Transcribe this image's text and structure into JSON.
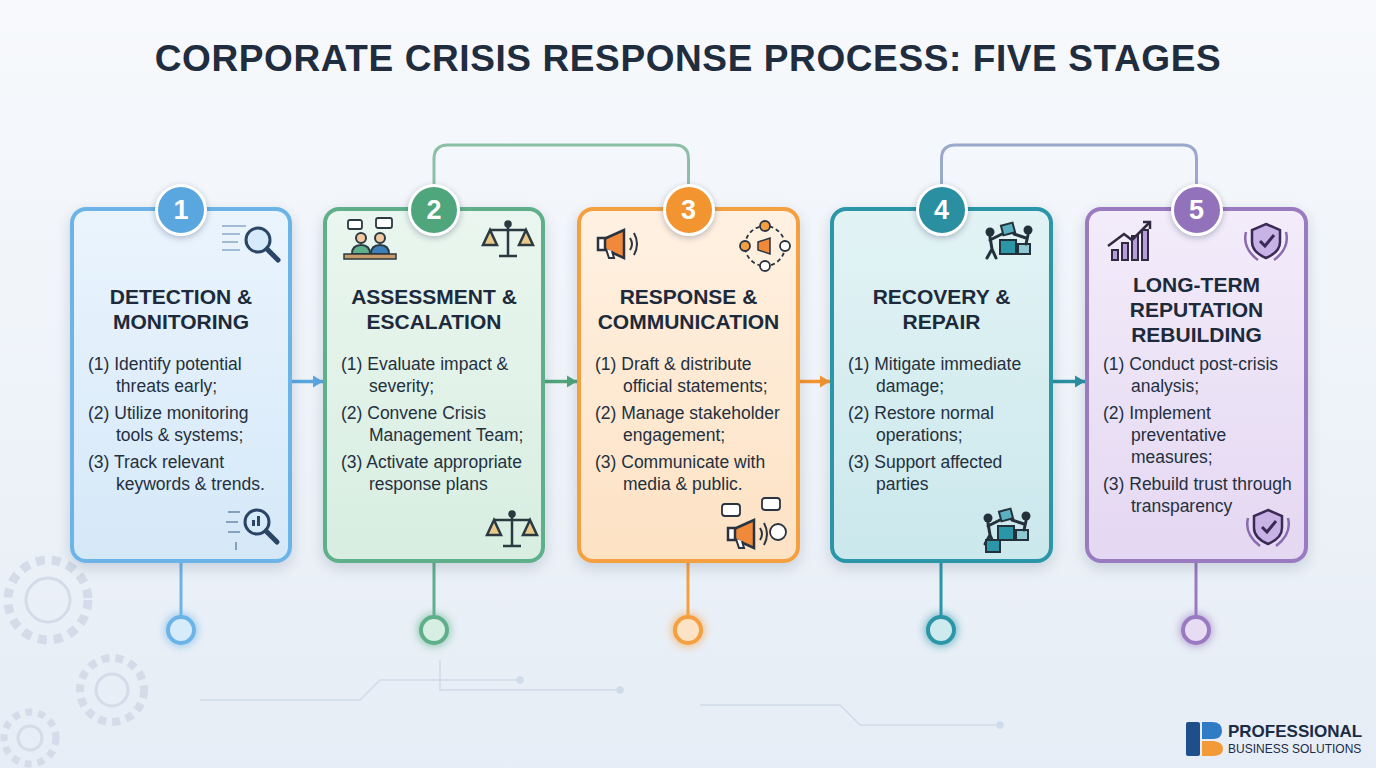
{
  "diagram": {
    "title": "CORPORATE CRISIS RESPONSE PROCESS: FIVE STAGES",
    "nodes": [
      {
        "text": [
          "DETECTION & MONITORING",
          "(1) Identify potential threats early;",
          "(2) Utilize monitoring tools & systems;",
          "(3) Track relevant keywords & trends."
        ]
      },
      {
        "text": [
          "1"
        ],
        "in": 0
      },
      {
        "text": [
          "ASSESSMENT & ESCALATION",
          "(1) Evaluate impact & severity;",
          "(2) Convene Crisis Management Team;",
          "(3) Activate appropriate response plans"
        ]
      },
      {
        "text": [
          "2"
        ],
        "in": 2
      },
      {
        "text": [
          "RESPONSE & COMMUNICATION",
          "(1) Draft & distribute official statements;",
          "(2) Manage stakeholder engagement;",
          "(3) Communicate with media & public."
        ]
      },
      {
        "text": [
          "3"
        ],
        "in": 4
      },
      {
        "text": [
          "RECOVERY & REPAIR",
          "(1) Mitigate immediate damage;",
          "(2) Restore normal operations;",
          "(3) Support affected parties"
        ]
      },
      {
        "text": [
          "4"
        ],
        "in": 6
      },
      {
        "text": [
          "LONG-TERM REPUTATION REBUILDING",
          "(1) Conduct post-crisis analysis;",
          "(2) Implement preventative measures;",
          "(3) Rebuild trust through transparency"
        ]
      },
      {
        "text": [
          "5"
        ],
        "in": 8
      }
    ],
    "edges": [
      {
        "from": 0,
        "to": 2,
        "arrow": "to"
      },
      {
        "from": 2,
        "to": 4,
        "arrow": "to"
      },
      {
        "from": 4,
        "to": 6,
        "arrow": "to"
      },
      {
        "from": 6,
        "to": 8,
        "arrow": "to"
      },
      {
        "from": 2,
        "to": 4,
        "arrow": "none"
      },
      {
        "from": 6,
        "to": 8,
        "arrow": "none"
      }
    ],
    "labels": [
      "PROFESSIONAL",
      "BUSINESS SOLUTIONS"
    ]
  }
}
